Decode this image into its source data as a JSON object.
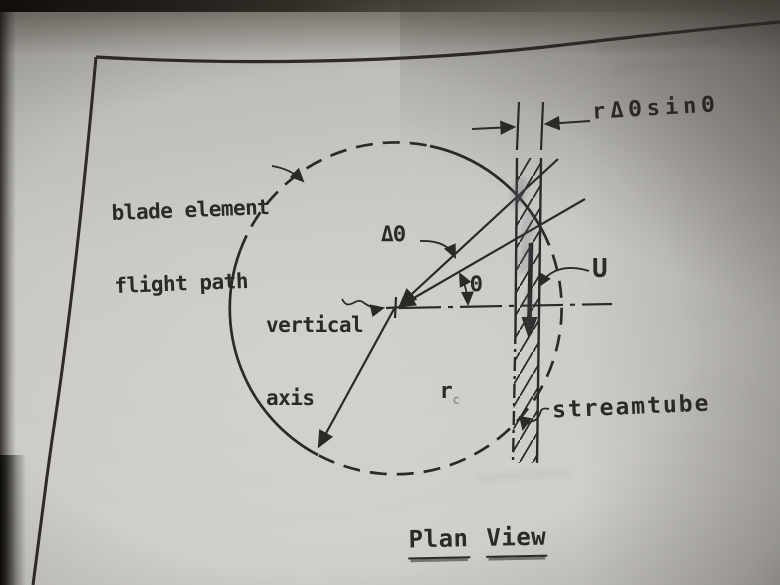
{
  "labels": {
    "blade_path_line1": "blade element",
    "blade_path_line2": "flight path",
    "delta_theta": "ΔΘ",
    "theta": "Θ",
    "vertical_axis_line1": "vertical",
    "vertical_axis_line2": "axis",
    "radius": "r",
    "radius_subscript": "c",
    "velocity": "U",
    "dimension": "rΔΘsinΘ",
    "streamtube": "streamtube"
  },
  "title": {
    "word1": "Plan",
    "word2": "View"
  },
  "icons": {
    "arrowheads": "leader-arrow-icon",
    "flow_arrow": "flow-direction-down-arrow-icon"
  },
  "colors": {
    "ink": "#2c2a25",
    "paper": "#c9c7c1",
    "smudge_blue": "#5e6686"
  }
}
